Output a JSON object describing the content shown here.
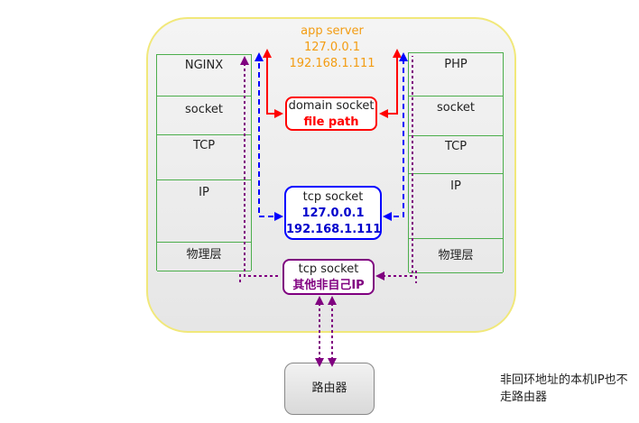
{
  "server": {
    "title": "app server",
    "ip1": "127.0.0.1",
    "ip2": "192.168.1.111"
  },
  "left_stack": [
    "NGINX",
    "socket",
    "TCP",
    "IP",
    "物理层"
  ],
  "right_stack": [
    "PHP",
    "socket",
    "TCP",
    "IP",
    "物理层"
  ],
  "domain_socket": {
    "title": "domain socket",
    "subtitle": "file path"
  },
  "tcp_socket_local": {
    "title": "tcp socket",
    "ip1": "127.0.0.1",
    "ip2": "192.168.1.111"
  },
  "tcp_socket_other": {
    "title": "tcp socket",
    "subtitle": "其他非自己IP"
  },
  "router": {
    "label": "路由器"
  },
  "note": {
    "line1": "非回环地址的本机IP也不",
    "line2": "走路由器"
  },
  "colors": {
    "domain": "#ff0000",
    "local": "#0000ff",
    "other": "#800080",
    "layer_line": "#4cae4c",
    "title": "#f39c12"
  }
}
